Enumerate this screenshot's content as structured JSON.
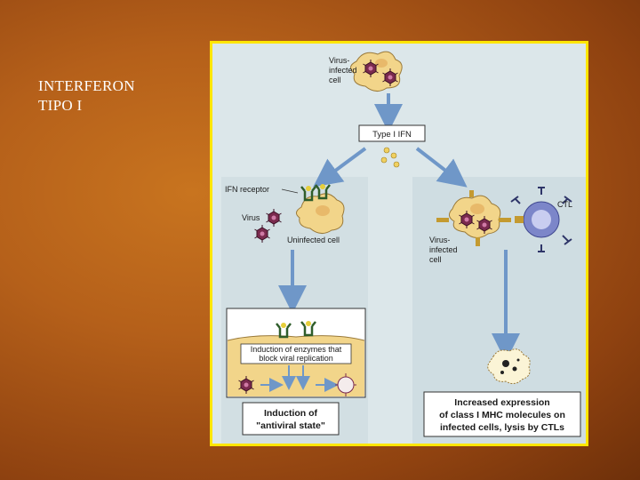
{
  "slide": {
    "title_line1": "INTERFERON",
    "title_line2": "TIPO I"
  },
  "figure": {
    "top_cell": [
      "Virus-",
      "infected",
      "cell"
    ],
    "ifn_box": "Type I IFN",
    "left_branch": {
      "receptor": "IFN receptor",
      "virus": "Virus",
      "cell": "Uninfected cell",
      "enzymes": [
        "Induction of enzymes that",
        "block viral replication"
      ],
      "result": [
        "Induction of",
        "\"antiviral state\""
      ]
    },
    "right_branch": {
      "cell": [
        "Virus-",
        "infected",
        "cell"
      ],
      "ctl": "CTL",
      "result": [
        "Increased expression",
        "of class I MHC molecules on",
        "infected cells, lysis by CTLs"
      ]
    }
  },
  "colors": {
    "frame": "#ffe600",
    "cell": "#f2d58a",
    "arrow": "#6f97c8",
    "virus": "#7a2a4e",
    "ctl": "#7c86c9",
    "result_box": "#ffffff"
  }
}
